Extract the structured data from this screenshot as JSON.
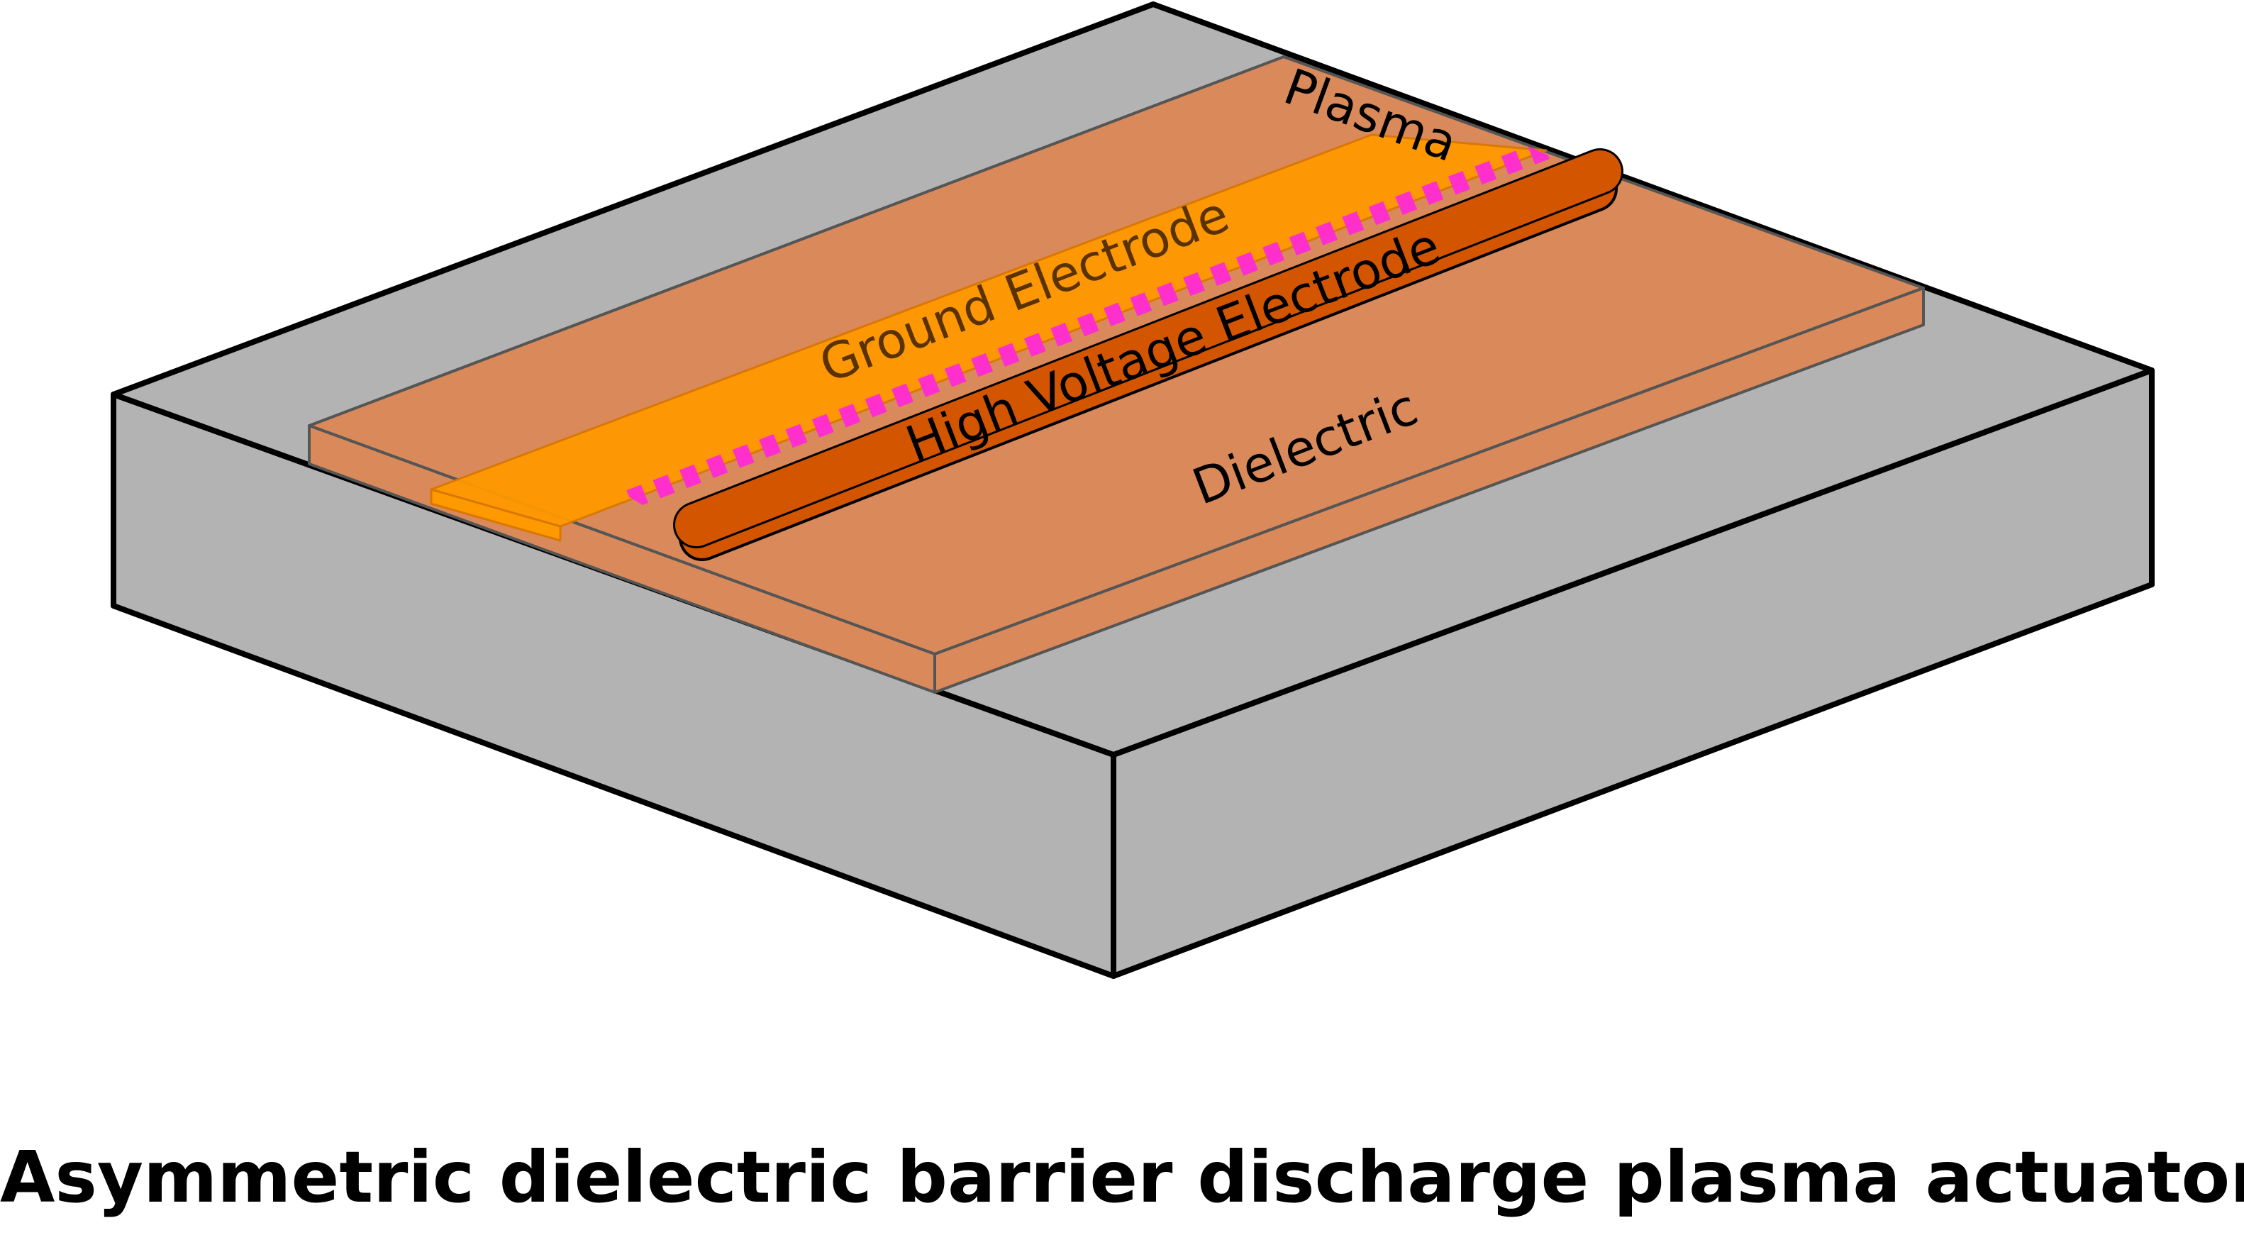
{
  "caption": "Asymmetric dielectric barrier discharge plasma actuator",
  "labels": {
    "plasma": "Plasma",
    "ground_electrode": "Ground Electrode",
    "high_voltage_electrode": "High Voltage Electrode",
    "dielectric": "Dielectric"
  },
  "colors": {
    "substrate_top": "#b3b3b3",
    "substrate_side": "#b3b3b3",
    "outline": "#000000",
    "dielectric": "#d9895a",
    "ground_electrode": "#ff9900",
    "high_voltage_electrode": "#d45500",
    "plasma": "#ff2ad4",
    "ground_label_text": "#5a3200",
    "text": "#000000"
  }
}
